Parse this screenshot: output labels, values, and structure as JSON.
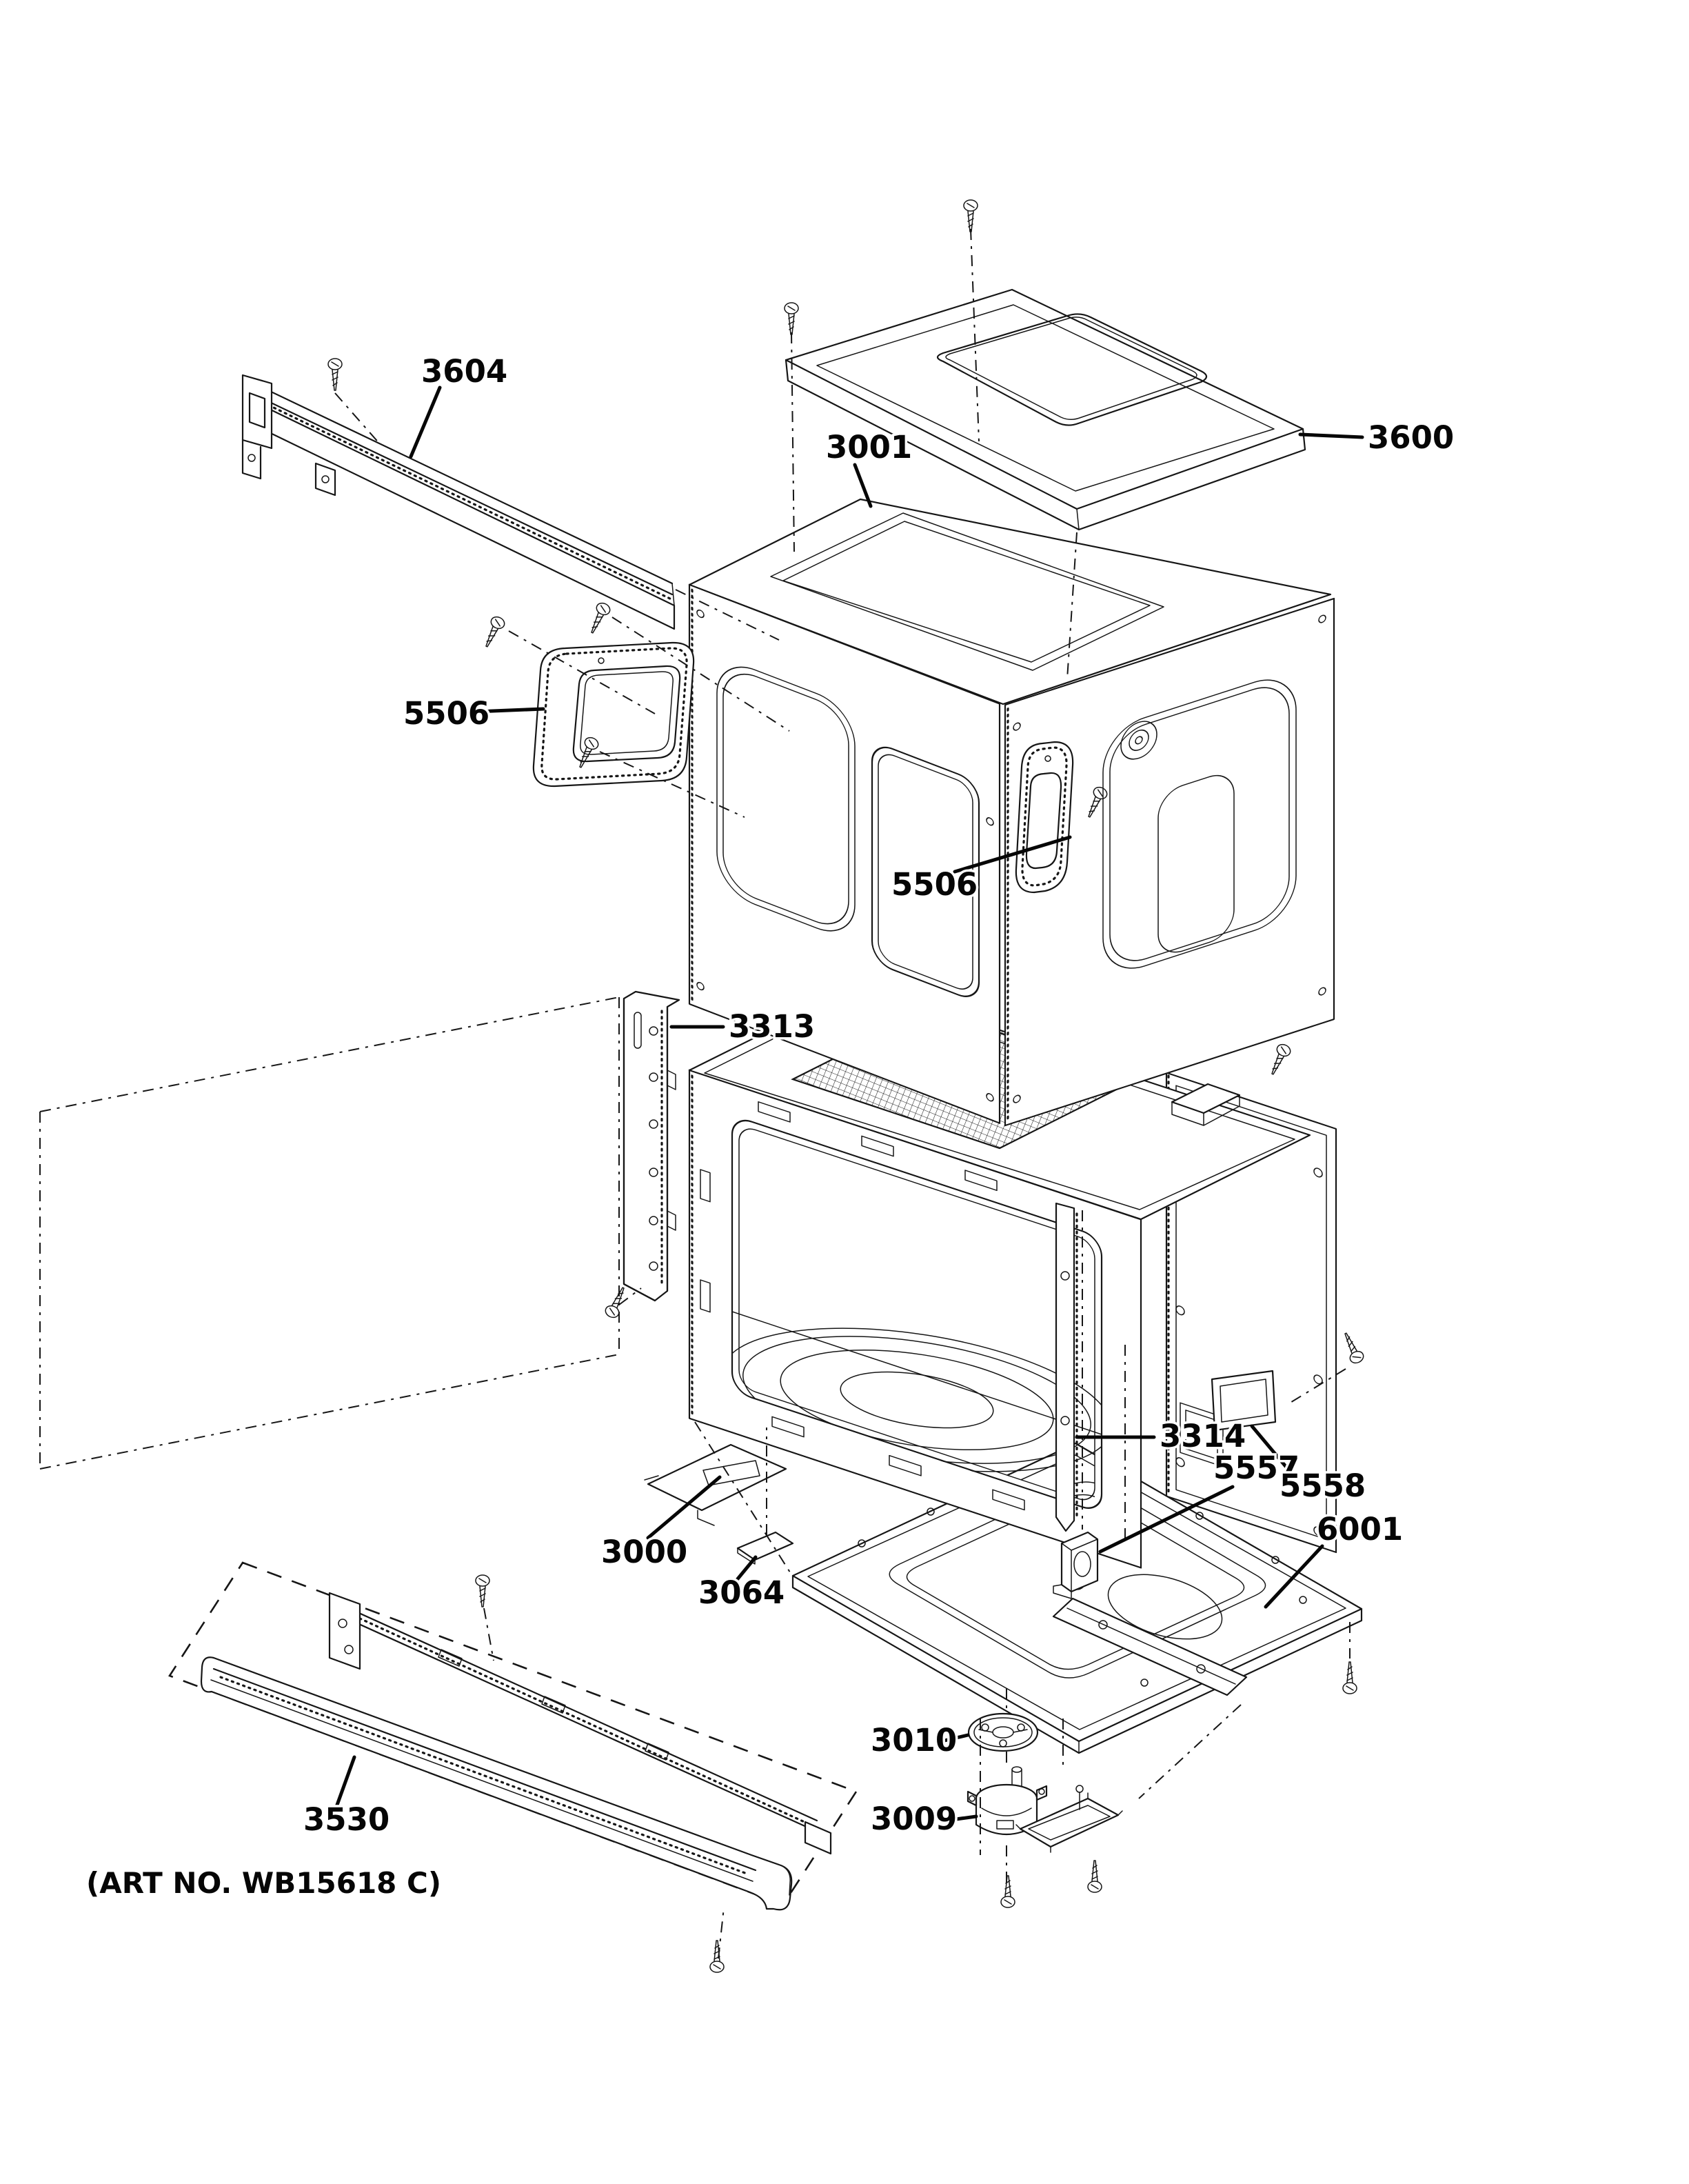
{
  "diagram": {
    "art_note": "(ART NO. WB15618 C)",
    "colors": {
      "ink": "#161616",
      "paper": "#ffffff"
    },
    "labels": [
      {
        "number": "3604"
      },
      {
        "number": "3600"
      },
      {
        "number": "3001"
      },
      {
        "number": "5506"
      },
      {
        "number": "5506"
      },
      {
        "number": "3313"
      },
      {
        "number": "3314"
      },
      {
        "number": "5557"
      },
      {
        "number": "5558"
      },
      {
        "number": "6001"
      },
      {
        "number": "3000"
      },
      {
        "number": "3064"
      },
      {
        "number": "3010"
      },
      {
        "number": "3009"
      },
      {
        "number": "3530"
      }
    ]
  }
}
